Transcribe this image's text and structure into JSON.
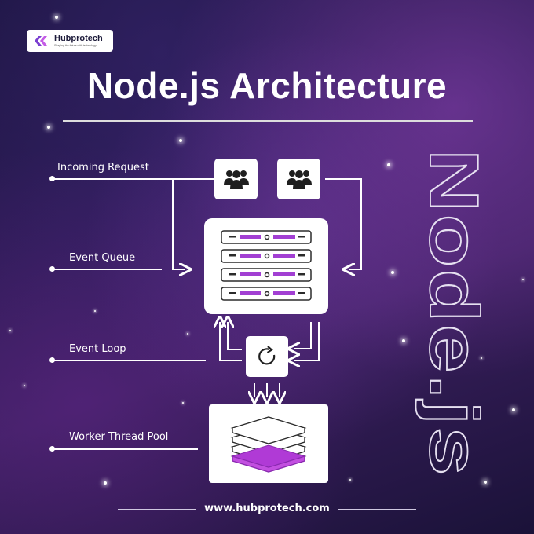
{
  "brand": {
    "name": "Hubprotech",
    "tagline": "Shaping the future with technology"
  },
  "title": "Node.js Architecture",
  "labels": {
    "incoming_request": "Incoming Request",
    "event_queue": "Event Queue",
    "event_loop": "Event Loop",
    "worker_thread_pool": "Worker  Thread Pool"
  },
  "side_text": "Node.js",
  "footer": "www.hubprotech.com",
  "colors": {
    "accent_purple": "#b23fd6",
    "background_dark": "#1c1540",
    "box_white": "#ffffff"
  },
  "icons": {
    "user_group": "users-icon",
    "server": "server-icon",
    "loop": "refresh-icon",
    "layers": "layers-icon"
  }
}
